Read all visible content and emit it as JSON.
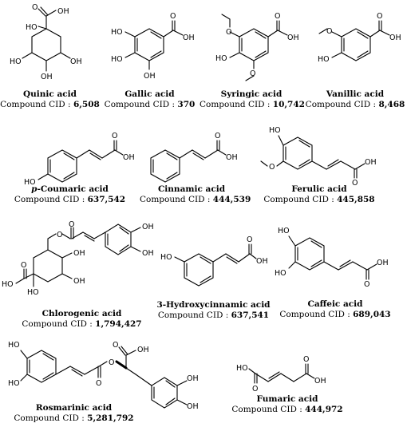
{
  "compounds": [
    {
      "name": "Quinic acid",
      "cid": "6,508"
    },
    {
      "name": "Gallic acid",
      "cid": "370"
    },
    {
      "name": "Syringic acid",
      "cid": "10,742"
    },
    {
      "name": "Vanillic acid",
      "cid": "8,468"
    },
    {
      "name_prefix": "p",
      "name": "-Coumaric acid",
      "cid": "637,542"
    },
    {
      "name": "Cinnamic acid",
      "cid": "444,539"
    },
    {
      "name": "Ferulic acid",
      "cid": "445,858"
    },
    {
      "name": "Chlorogenic acid",
      "cid": "1,794,427"
    },
    {
      "name": "3-Hydroxycinnamic acid",
      "cid": "637,541"
    },
    {
      "name": "Caffeic acid",
      "cid": "689,043"
    },
    {
      "name": "Rosmarinic acid",
      "cid": "5,281,792"
    },
    {
      "name": "Fumaric acid",
      "cid": "444,972"
    }
  ],
  "cid_label": "Compound CID : ",
  "atoms": {
    "oh": "OH",
    "ho": "HO",
    "o": "O"
  }
}
